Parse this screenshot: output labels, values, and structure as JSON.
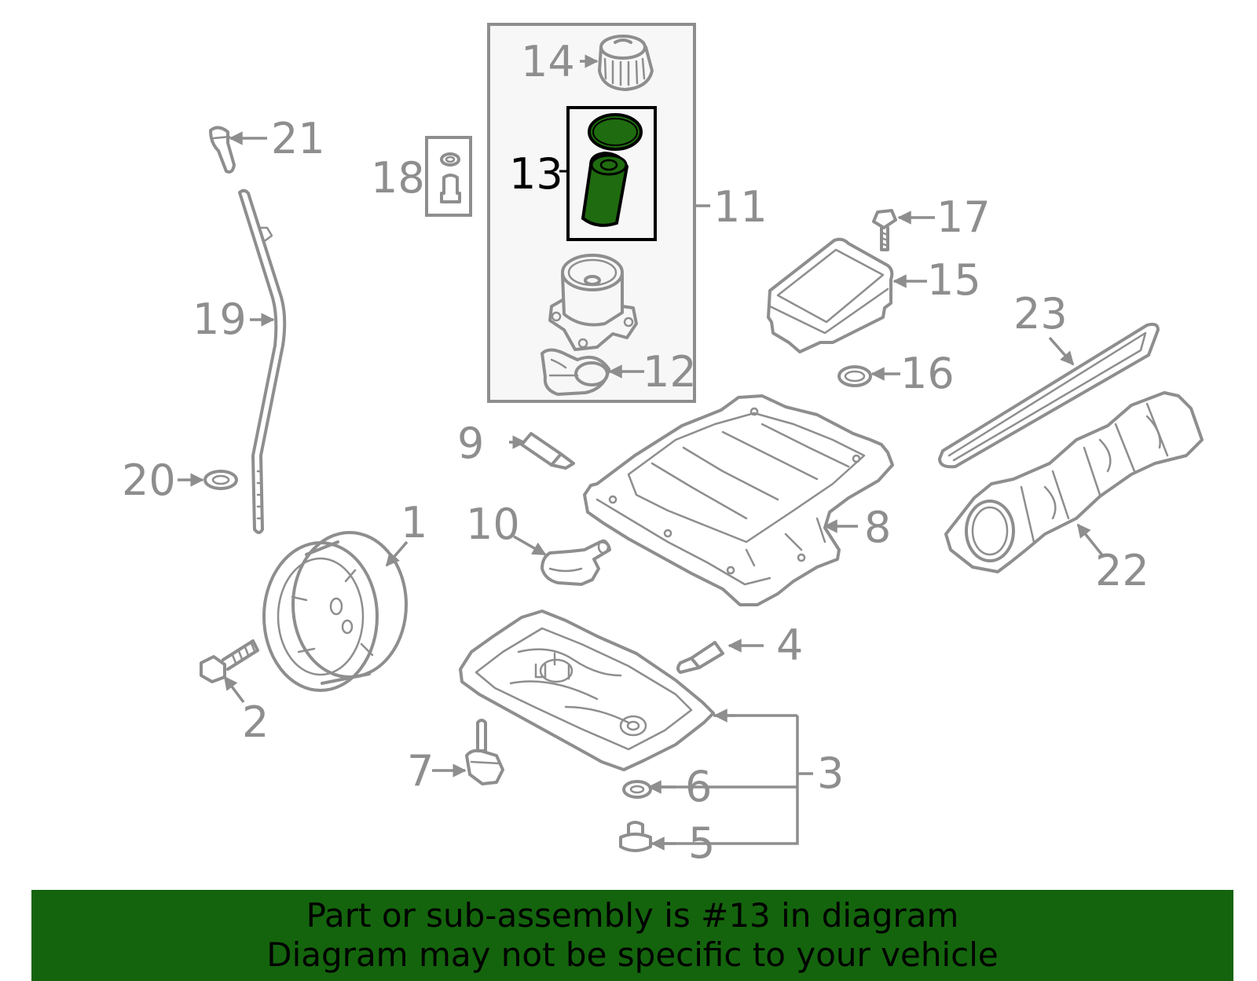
{
  "colors": {
    "line": "#8e8e8e",
    "highlight_fill": "#1f6b10",
    "banner_bg": "#14640d",
    "group_box_fill": "#f7f7f7",
    "highlight_text": "#000000"
  },
  "callouts": {
    "c1": "1",
    "c2": "2",
    "c3": "3",
    "c4": "4",
    "c5": "5",
    "c6": "6",
    "c7": "7",
    "c8": "8",
    "c9": "9",
    "c10": "10",
    "c11": "11",
    "c12": "12",
    "c13": "13",
    "c14": "14",
    "c15": "15",
    "c16": "16",
    "c17": "17",
    "c18": "18",
    "c19": "19",
    "c20": "20",
    "c21": "21",
    "c22": "22",
    "c23": "23"
  },
  "highlighted_part": "13",
  "banner": {
    "line1": "Part or sub-assembly is #13 in diagram",
    "line2": "Diagram may not be specific to your vehicle"
  }
}
